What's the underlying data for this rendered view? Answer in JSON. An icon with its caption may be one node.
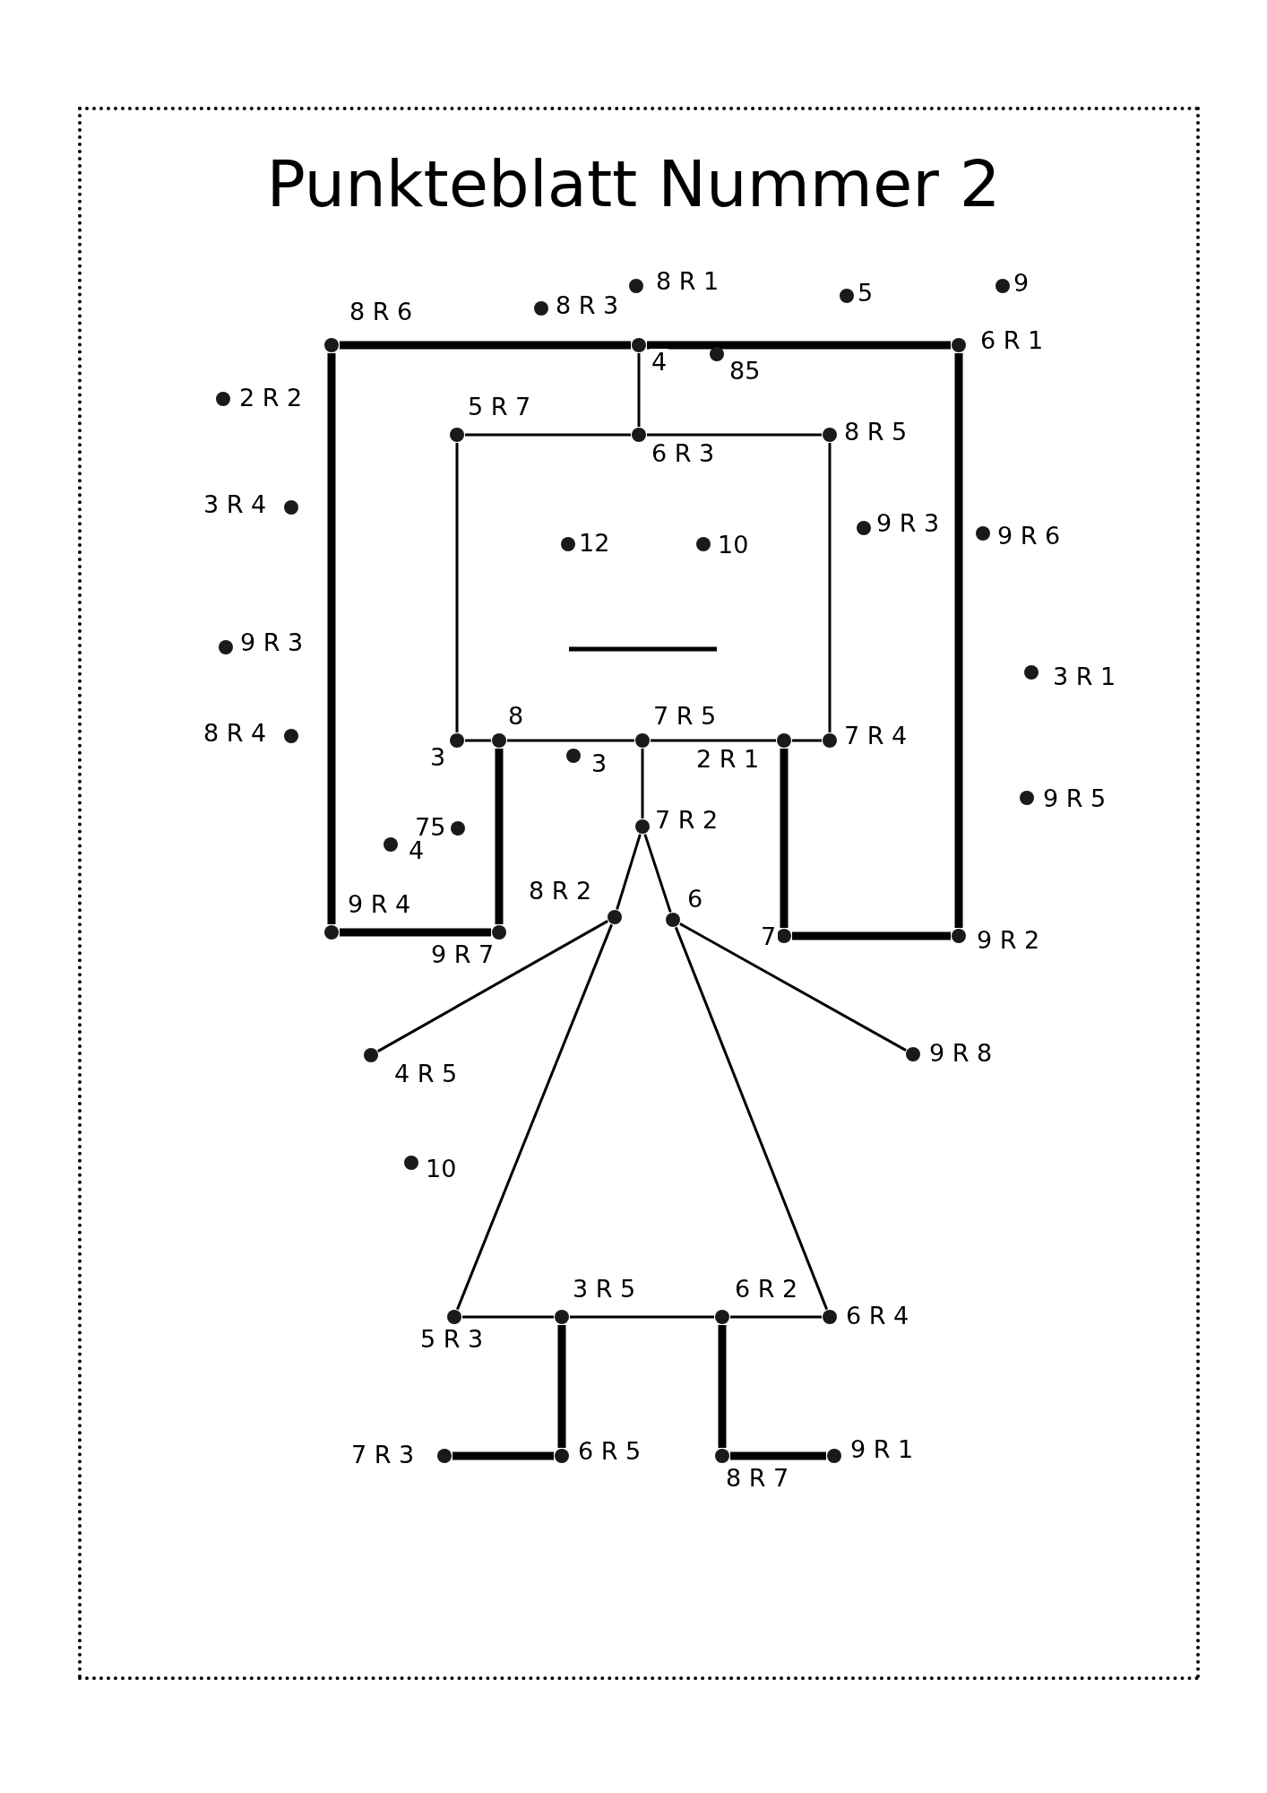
{
  "diagram": {
    "title": "Punkteblatt Nummer 2",
    "nodes": [
      {
        "text": [],
        "shape": "circle",
        "beside": [
          "8 R 3"
        ]
      },
      {
        "text": [],
        "shape": "circle",
        "beside": [
          "8 R 1"
        ]
      },
      {
        "text": [],
        "shape": "circle",
        "beside": [
          "5"
        ]
      },
      {
        "text": [],
        "shape": "circle",
        "beside": [
          "9"
        ]
      },
      {
        "text": [],
        "shape": "circle",
        "beside": [
          "8 R 6"
        ]
      },
      {
        "text": [],
        "shape": "circle",
        "beside": [
          "4"
        ]
      },
      {
        "text": [],
        "shape": "circle",
        "beside": [
          "85"
        ]
      },
      {
        "text": [],
        "shape": "circle",
        "beside": [
          "6 R 1"
        ]
      },
      {
        "text": [],
        "shape": "circle",
        "beside": [
          "2 R 2"
        ]
      },
      {
        "text": [],
        "shape": "circle",
        "beside": [
          "5 R 7"
        ]
      },
      {
        "text": [],
        "shape": "circle",
        "beside": [
          "6 R 3"
        ]
      },
      {
        "text": [],
        "shape": "circle",
        "beside": [
          "8 R 5"
        ]
      },
      {
        "text": [],
        "shape": "circle",
        "beside": [
          "3 R 4"
        ]
      },
      {
        "text": [],
        "shape": "circle",
        "beside": [
          "9 R 3"
        ]
      },
      {
        "text": [],
        "shape": "circle",
        "beside": [
          "9 R 6"
        ]
      },
      {
        "text": [],
        "shape": "circle",
        "beside": [
          "12"
        ]
      },
      {
        "text": [],
        "shape": "circle",
        "beside": [
          "10"
        ]
      },
      {
        "text": [],
        "shape": "circle",
        "beside": [
          "9 R 3"
        ]
      },
      {
        "text": [],
        "shape": "circle",
        "beside": [
          "3 R 1"
        ]
      },
      {
        "text": [],
        "shape": "circle",
        "beside": [
          "8 R 4"
        ]
      },
      {
        "text": [],
        "shape": "circle",
        "beside": [
          "3"
        ]
      },
      {
        "text": [],
        "shape": "circle",
        "beside": [
          "8"
        ]
      },
      {
        "text": [],
        "shape": "circle",
        "beside": [
          "3"
        ]
      },
      {
        "text": [],
        "shape": "circle",
        "beside": [
          "7 R 5"
        ]
      },
      {
        "text": [],
        "shape": "circle",
        "beside": [
          "2 R 1"
        ]
      },
      {
        "text": [],
        "shape": "circle",
        "beside": [
          "7 R 4"
        ]
      },
      {
        "text": [],
        "shape": "circle",
        "beside": [
          "9 R 5"
        ]
      },
      {
        "text": [],
        "shape": "circle",
        "beside": [
          "4"
        ]
      },
      {
        "text": [],
        "shape": "circle",
        "beside": [
          "75"
        ]
      },
      {
        "text": [],
        "shape": "circle",
        "beside": [
          "7 R 2"
        ]
      },
      {
        "text": [],
        "shape": "circle",
        "beside": [
          "9 R 4"
        ]
      },
      {
        "text": [],
        "shape": "circle",
        "beside": [
          "9 R 7"
        ]
      },
      {
        "text": [],
        "shape": "circle",
        "beside": [
          "8 R 2"
        ]
      },
      {
        "text": [],
        "shape": "circle",
        "beside": [
          "6"
        ]
      },
      {
        "text": [],
        "shape": "circle",
        "beside": [
          "7"
        ]
      },
      {
        "text": [],
        "shape": "circle",
        "beside": [
          "9 R 2"
        ]
      },
      {
        "text": [],
        "shape": "circle",
        "beside": [
          "4 R 5"
        ]
      },
      {
        "text": [],
        "shape": "circle",
        "beside": [
          "9 R 8"
        ]
      },
      {
        "text": [],
        "shape": "circle",
        "beside": [
          "10"
        ]
      },
      {
        "text": [],
        "shape": "circle",
        "beside": [
          "5 R 3"
        ]
      },
      {
        "text": [],
        "shape": "circle",
        "beside": [
          "3 R 5"
        ]
      },
      {
        "text": [],
        "shape": "circle",
        "beside": [
          "6 R 2"
        ]
      },
      {
        "text": [],
        "shape": "circle",
        "beside": [
          "6 R 4"
        ]
      },
      {
        "text": [],
        "shape": "circle",
        "beside": [
          "7 R 3"
        ]
      },
      {
        "text": [],
        "shape": "circle",
        "beside": [
          "6 R 5"
        ]
      },
      {
        "text": [],
        "shape": "circle",
        "beside": [
          "8 R 7"
        ]
      },
      {
        "text": [],
        "shape": "circle",
        "beside": [
          "9 R 1"
        ]
      }
    ],
    "edges": [
      {
        "from": 4,
        "to": 5,
        "arrow": "none",
        "style": "thick"
      },
      {
        "from": 5,
        "to": 7,
        "arrow": "none",
        "style": "thick"
      },
      {
        "from": 7,
        "to": 35,
        "arrow": "none",
        "style": "thick"
      },
      {
        "from": 35,
        "to": 34,
        "arrow": "none",
        "style": "thick"
      },
      {
        "from": 34,
        "to": 24,
        "arrow": "none",
        "style": "thick"
      },
      {
        "from": 4,
        "to": 30,
        "arrow": "none",
        "style": "thick"
      },
      {
        "from": 30,
        "to": 31,
        "arrow": "none",
        "style": "thick"
      },
      {
        "from": 31,
        "to": 21,
        "arrow": "none",
        "style": "thick"
      },
      {
        "from": 5,
        "to": 10,
        "arrow": "none"
      },
      {
        "from": 9,
        "to": 10,
        "arrow": "none"
      },
      {
        "from": 10,
        "to": 11,
        "arrow": "none"
      },
      {
        "from": 9,
        "to": 20,
        "arrow": "none"
      },
      {
        "from": 11,
        "to": 25,
        "arrow": "none"
      },
      {
        "from": 20,
        "to": 21,
        "arrow": "none"
      },
      {
        "from": 21,
        "to": 23,
        "arrow": "none"
      },
      {
        "from": 23,
        "to": 24,
        "arrow": "none"
      },
      {
        "from": 24,
        "to": 25,
        "arrow": "none"
      },
      {
        "from": 23,
        "to": 29,
        "arrow": "none"
      },
      {
        "from": 29,
        "to": 32,
        "arrow": "none"
      },
      {
        "from": 32,
        "to": 39,
        "arrow": "none"
      },
      {
        "from": 29,
        "to": 33,
        "arrow": "none"
      },
      {
        "from": 33,
        "to": 42,
        "arrow": "none"
      },
      {
        "from": 32,
        "to": 36,
        "arrow": "none"
      },
      {
        "from": 33,
        "to": 37,
        "arrow": "none"
      },
      {
        "from": 39,
        "to": 40,
        "arrow": "none"
      },
      {
        "from": 40,
        "to": 41,
        "arrow": "none"
      },
      {
        "from": 41,
        "to": 42,
        "arrow": "none"
      },
      {
        "from": 40,
        "to": 44,
        "arrow": "none",
        "style": "thick"
      },
      {
        "from": 44,
        "to": 43,
        "arrow": "none",
        "style": "thick"
      },
      {
        "from": 41,
        "to": 45,
        "arrow": "none",
        "style": "thick"
      },
      {
        "from": 45,
        "to": 46,
        "arrow": "none",
        "style": "thick"
      }
    ]
  }
}
